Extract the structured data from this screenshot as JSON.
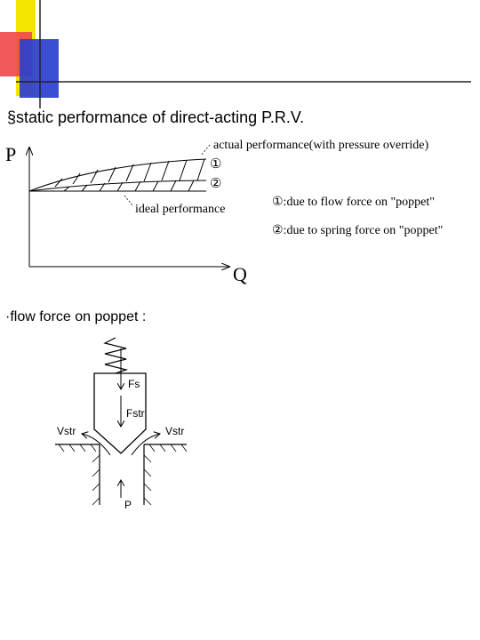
{
  "slide": {
    "heading": "§static performance of direct-acting P.R.V.",
    "subheading": "·flow force on poppet :"
  },
  "graph": {
    "p_axis": "P",
    "q_axis": "Q",
    "actual_label": "actual performance(with pressure override)",
    "ideal_label": "ideal performance",
    "marker1": "①",
    "marker2": "②",
    "note1": "①:due to flow force on \"poppet\"",
    "note2": "②:due to spring force on \"poppet\""
  },
  "poppet": {
    "fs": "Fs",
    "fstr": "Fstr",
    "vstr_left": "Vstr",
    "vstr_right": "Vstr",
    "p": "P"
  },
  "colors": {
    "deco_yellow": "#f5e600",
    "deco_red": "#f04848",
    "deco_blue": "#2b3fd0",
    "rule": "#222222"
  }
}
